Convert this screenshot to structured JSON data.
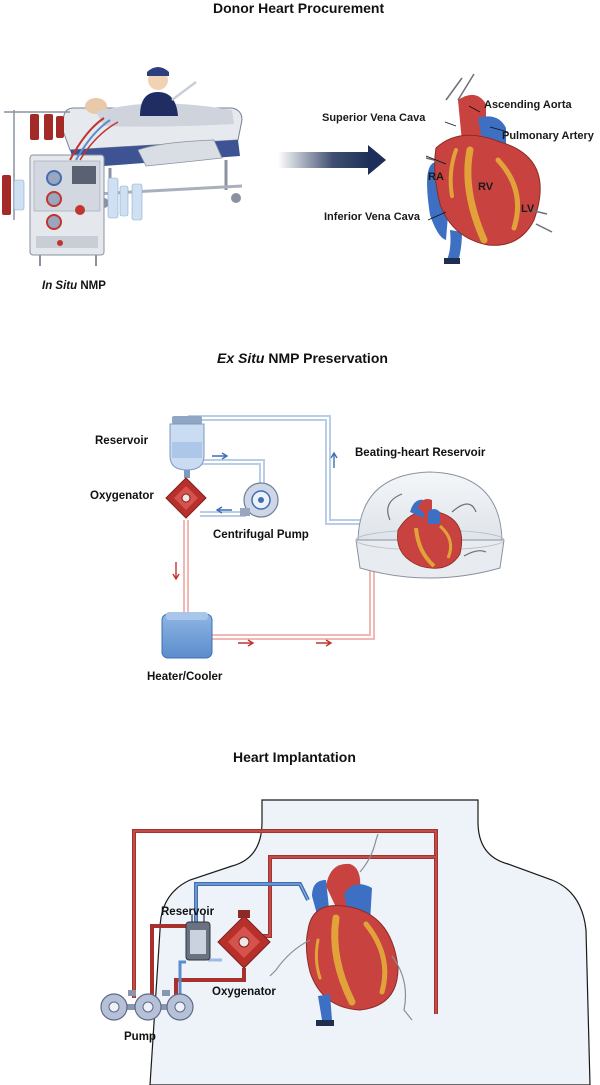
{
  "colors": {
    "oxygenated": "#c0352f",
    "deoxygenated": "#3f6fb5",
    "tube_red": "#a9312d",
    "tube_blue": "#5b8ccc",
    "heart_red": "#c8433f",
    "heart_blue": "#3d6fc2",
    "fat": "#e2a23a",
    "device": "#9aa6be",
    "arrow_navy": "#1d2f58",
    "body_fill": "#eef3fa"
  },
  "sections": {
    "procurement": {
      "title": "Donor Heart Procurement",
      "caption_italic": "In Situ",
      "caption_rest": " NMP",
      "heart_labels": {
        "svc": "Superior Vena Cava",
        "aorta": "Ascending Aorta",
        "pa": "Pulmonary Artery",
        "ivc": "Inferior Vena Cava",
        "ra": "RA",
        "rv": "RV",
        "lv": "LV"
      }
    },
    "exsitu": {
      "title_italic": "Ex Situ",
      "title_rest": " NMP Preservation",
      "labels": {
        "reservoir": "Reservoir",
        "oxygenator": "Oxygenator",
        "pump": "Centrifugal Pump",
        "heater": "Heater/Cooler",
        "beating": "Beating-heart Reservoir"
      }
    },
    "implant": {
      "title": "Heart Implantation",
      "labels": {
        "reservoir": "Reservoir",
        "oxygenator": "Oxygenator",
        "pump": "Pump"
      }
    }
  }
}
